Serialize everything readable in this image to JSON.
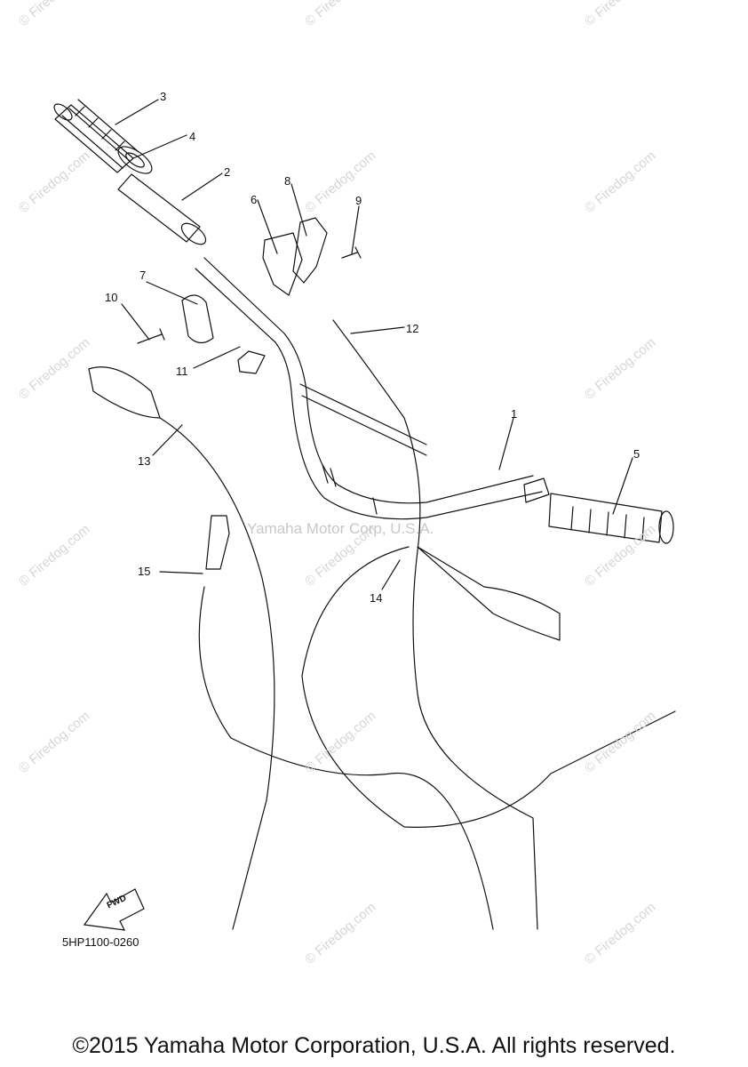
{
  "watermark": "© Firedog.com",
  "center_watermark": "Yamaha Motor Corp, U.S.A.",
  "figure_code": "5HP1100-0260",
  "fwd_label": "FWD",
  "copyright": "©2015 Yamaha Motor Corporation, U.S.A. All rights reserved.",
  "callouts": [
    "1",
    "2",
    "3",
    "4",
    "5",
    "6",
    "7",
    "8",
    "9",
    "10",
    "11",
    "12",
    "13",
    "14",
    "15"
  ]
}
